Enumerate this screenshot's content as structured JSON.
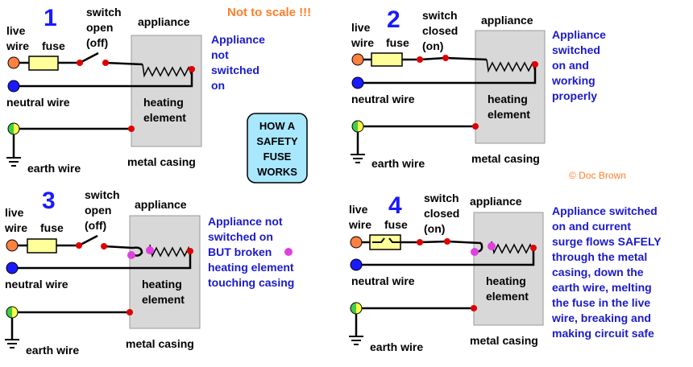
{
  "header": {
    "title": "Not to scale !!!",
    "credit": "© Doc Brown"
  },
  "info_box": {
    "lines": [
      "HOW A",
      "SAFETY",
      "FUSE",
      "WORKS"
    ]
  },
  "labels": {
    "live_line1": "live",
    "live_line2": "wire",
    "fuse": "fuse",
    "neutral_wire": "neutral wire",
    "earth_wire": "earth wire",
    "appliance": "appliance",
    "heating_line1": "heating",
    "heating_line2": "element",
    "metal_casing": "metal casing"
  },
  "panels": [
    {
      "number": "1",
      "switch_lines": [
        "switch",
        "open",
        "(off)"
      ],
      "description": [
        "Appliance",
        "not",
        "switched",
        "on"
      ]
    },
    {
      "number": "2",
      "switch_lines": [
        "switch",
        "closed",
        "(on)"
      ],
      "description": [
        "Appliance",
        "switched",
        "on and",
        "working",
        "properly"
      ]
    },
    {
      "number": "3",
      "switch_lines": [
        "switch",
        "open",
        "(off)"
      ],
      "description": [
        "Appliance not",
        "switched on",
        "BUT broken",
        "heating element",
        "touching casing"
      ]
    },
    {
      "number": "4",
      "switch_lines": [
        "switch",
        "closed",
        "(on)"
      ],
      "description": [
        "Appliance switched",
        "on and current",
        "surge flows SAFELY",
        "through the metal",
        "casing, down the",
        "earth wire, melting",
        "the fuse in the live",
        "wire, breaking and",
        "making circuit safe"
      ]
    }
  ],
  "colors": {
    "number": "#1a1aff",
    "description": "#1a1acc",
    "title": "#ff7f2a",
    "casing_fill": "#d8d8d8",
    "fuse_fill": "#ffff99",
    "live_terminal": "#ff8040",
    "neutral_terminal": "#1a1aff",
    "info_box_fill": "#a8e8ff",
    "junction": "#e00000",
    "contact_point": "#e040e0"
  }
}
